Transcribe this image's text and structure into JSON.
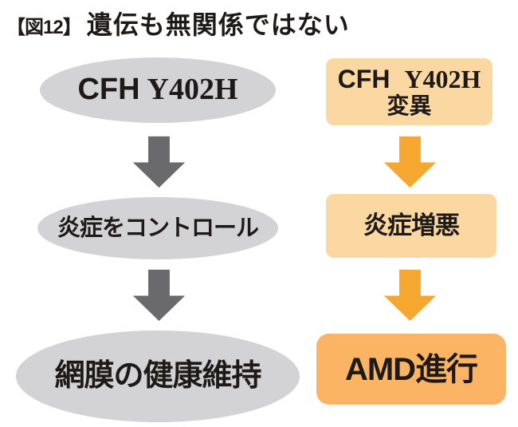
{
  "figure": {
    "tag": "【図12】",
    "title": "遺伝も無関係ではない"
  },
  "colors": {
    "background": "#ffffff",
    "text": "#1e1a19",
    "gray_node": "#d3d3d5",
    "gray_arrow": "#6a6a6c",
    "light_orange_node": "#fbd7a2",
    "orange_arrow": "#f6a72f",
    "deep_orange_node": "#fab463"
  },
  "flow": {
    "normal": {
      "node1": {
        "gene": "CFH",
        "variant": "Y402H"
      },
      "node2": {
        "label": "炎症をコントロール"
      },
      "node3": {
        "label": "網膜の健康維持"
      }
    },
    "mutation": {
      "node1": {
        "gene": "CFH",
        "variant": "Y402H",
        "sub": "変異"
      },
      "node2": {
        "label": "炎症増悪"
      },
      "node3": {
        "label": "AMD進行"
      }
    }
  }
}
